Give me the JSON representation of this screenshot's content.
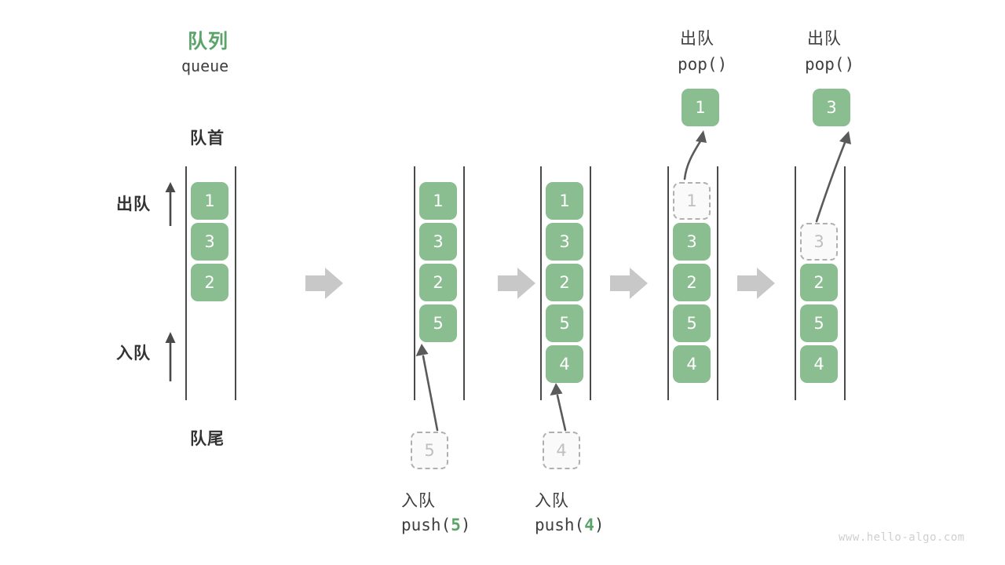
{
  "diagram": {
    "title_cn": "队列",
    "title_en": "queue",
    "watermark": "www.hello-algo.com",
    "accent_green": "#5aa469",
    "box_green": "#8ABD8F",
    "rail_color": "#4a4a4a",
    "ghost_color": "#bfbfbf",
    "flow_arrow_color": "#c8c8c8"
  },
  "labels": {
    "front": "队首",
    "rear": "队尾",
    "dequeue_direction": "出队",
    "enqueue_direction": "入队"
  },
  "columns": [
    {
      "id": "initial",
      "name": "initial-queue",
      "items": [
        "1",
        "3",
        "2"
      ],
      "ghost_slot_index": null,
      "operation": null
    },
    {
      "id": "after-push-5",
      "name": "queue-after-push-5",
      "items": [
        "1",
        "3",
        "2",
        "5"
      ],
      "ghost_slot_index": null,
      "operation": {
        "kind": "push",
        "cn": "入队",
        "code_prefix": "push(",
        "code_value": "5",
        "code_suffix": ")",
        "incoming_value": "5"
      }
    },
    {
      "id": "after-push-4",
      "name": "queue-after-push-4",
      "items": [
        "1",
        "3",
        "2",
        "5",
        "4"
      ],
      "ghost_slot_index": null,
      "operation": {
        "kind": "push",
        "cn": "入队",
        "code_prefix": "push(",
        "code_value": "4",
        "code_suffix": ")",
        "incoming_value": "4"
      }
    },
    {
      "id": "pop-1",
      "name": "queue-pop-1",
      "items": [
        "3",
        "2",
        "5",
        "4"
      ],
      "ghost_slot_index": 0,
      "ghost_value": "1",
      "operation": {
        "kind": "pop",
        "cn": "出队",
        "code_prefix": "pop(",
        "code_value": "",
        "code_suffix": ")",
        "popped_value": "1"
      }
    },
    {
      "id": "pop-3",
      "name": "queue-pop-3",
      "items": [
        "2",
        "5",
        "4"
      ],
      "ghost_slot_index": 1,
      "ghost_value": "3",
      "operation": {
        "kind": "pop",
        "cn": "出队",
        "code_prefix": "pop(",
        "code_value": "",
        "code_suffix": ")",
        "popped_value": "3"
      }
    }
  ],
  "flow_arrows": 4
}
